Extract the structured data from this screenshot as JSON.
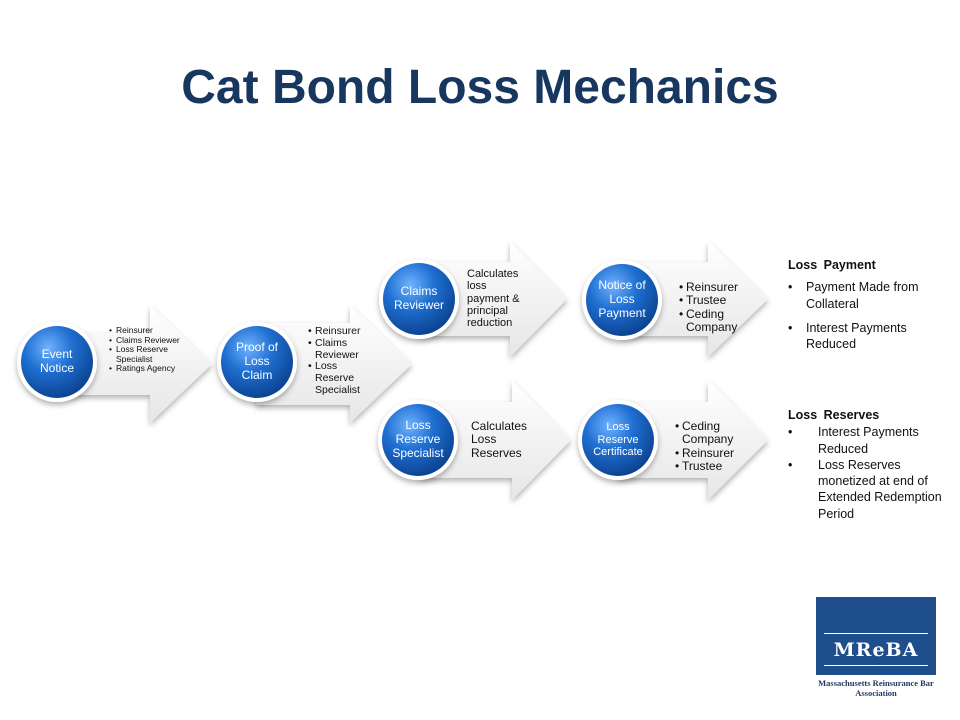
{
  "title": "Cat Bond Loss Mechanics",
  "colors": {
    "title": "#17375e",
    "circle": "#1f6fd1",
    "arrow": "#f2f2f2",
    "logo": "#1f4e8c"
  },
  "steps": {
    "event_notice": {
      "circle": "Event\nNotice",
      "bullets": [
        "Reinsurer",
        "Claims Reviewer",
        "Loss Reserve Specialist",
        "Ratings Agency"
      ]
    },
    "proof_of_loss": {
      "circle": "Proof of\nLoss\nClaim",
      "bullets": [
        "Reinsurer",
        "Claims Reviewer",
        "Loss Reserve Specialist"
      ]
    },
    "claims_reviewer": {
      "circle": "Claims\nReviewer",
      "text": "Calculates loss payment & principal reduction"
    },
    "notice_of_loss": {
      "circle": "Notice of\nLoss\nPayment",
      "bullets": [
        "Reinsurer",
        "Trustee",
        "Ceding Company"
      ]
    },
    "loss_reserve_specialist": {
      "circle": "Loss\nReserve\nSpecialist",
      "text": "Calculates Loss Reserves"
    },
    "loss_reserve_certificate": {
      "circle": "Loss\nReserve\nCertificate",
      "bullets": [
        "Ceding Company",
        "Reinsurer",
        "Trustee"
      ]
    }
  },
  "results": {
    "loss_payment": {
      "heading": "Loss Payment",
      "items": [
        "Payment Made from Collateral",
        "Interest Payments Reduced"
      ]
    },
    "loss_reserves": {
      "heading": "Loss Reserves",
      "items": [
        "Interest Payments Reduced",
        "Loss Reserves monetized at end of Extended Redemption Period"
      ]
    }
  },
  "logo": {
    "acronym": "MReBA",
    "name": "Massachusetts Reinsurance Bar Association"
  }
}
